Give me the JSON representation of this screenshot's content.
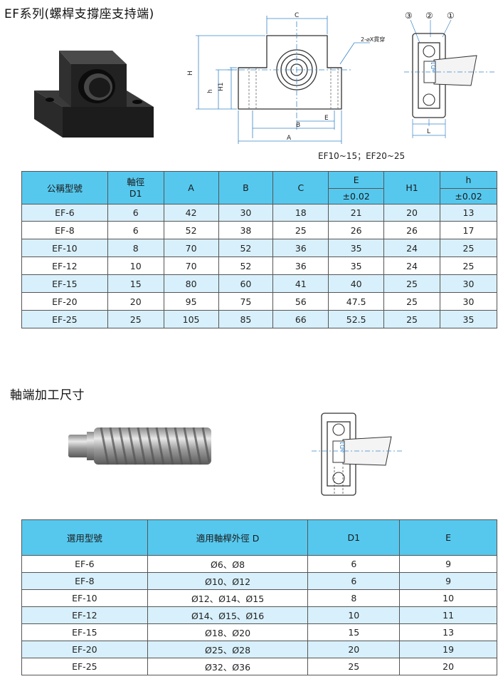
{
  "section1": {
    "title": "EF系列(螺桿支撐座支持端)",
    "diagram": {
      "dim_c": "C",
      "dim_h_big": "H",
      "dim_h_small": "h",
      "dim_h1": "H1",
      "dim_e": "E",
      "dim_b": "B",
      "dim_a": "A",
      "hole_note": "2-⌀X貫穿",
      "callout_1": "①",
      "callout_2": "②",
      "callout_3": "③",
      "dim_d1": "⌀D1",
      "dim_l": "L",
      "caption": "EF10~15；EF20~25"
    },
    "table": {
      "headers": {
        "model": "公稱型號",
        "shaft": "軸徑\nD1",
        "a": "A",
        "b": "B",
        "c": "C",
        "e": "E",
        "e_tol": "±0.02",
        "h1": "H1",
        "h": "h",
        "h_tol": "±0.02"
      },
      "rows": [
        [
          "EF-6",
          "6",
          "42",
          "30",
          "18",
          "21",
          "20",
          "13"
        ],
        [
          "EF-8",
          "6",
          "52",
          "38",
          "25",
          "26",
          "26",
          "17"
        ],
        [
          "EF-10",
          "8",
          "70",
          "52",
          "36",
          "35",
          "24",
          "25"
        ],
        [
          "EF-12",
          "10",
          "70",
          "52",
          "36",
          "35",
          "24",
          "25"
        ],
        [
          "EF-15",
          "15",
          "80",
          "60",
          "41",
          "40",
          "25",
          "30"
        ],
        [
          "EF-20",
          "20",
          "95",
          "75",
          "56",
          "47.5",
          "25",
          "30"
        ],
        [
          "EF-25",
          "25",
          "105",
          "85",
          "66",
          "52.5",
          "25",
          "35"
        ]
      ]
    }
  },
  "section2": {
    "title": "軸端加工尺寸",
    "diagram": {
      "dim_d1": "⌀D1"
    },
    "table": {
      "headers": {
        "model": "選用型號",
        "outer": "適用軸桿外徑 D",
        "d1": "D1",
        "e": "E"
      },
      "rows": [
        [
          "EF-6",
          "Ø6、Ø8",
          "6",
          "9"
        ],
        [
          "EF-8",
          "Ø10、Ø12",
          "6",
          "9"
        ],
        [
          "EF-10",
          "Ø12、Ø14、Ø15",
          "8",
          "10"
        ],
        [
          "EF-12",
          "Ø14、Ø15、Ø16",
          "10",
          "11"
        ],
        [
          "EF-15",
          "Ø18、Ø20",
          "15",
          "13"
        ],
        [
          "EF-20",
          "Ø25、Ø28",
          "20",
          "19"
        ],
        [
          "EF-25",
          "Ø32、Ø36",
          "25",
          "20"
        ]
      ]
    }
  },
  "colors": {
    "header": "#56c8ee",
    "band": "#d8f0fb",
    "dim_line": "#3a86c8"
  }
}
